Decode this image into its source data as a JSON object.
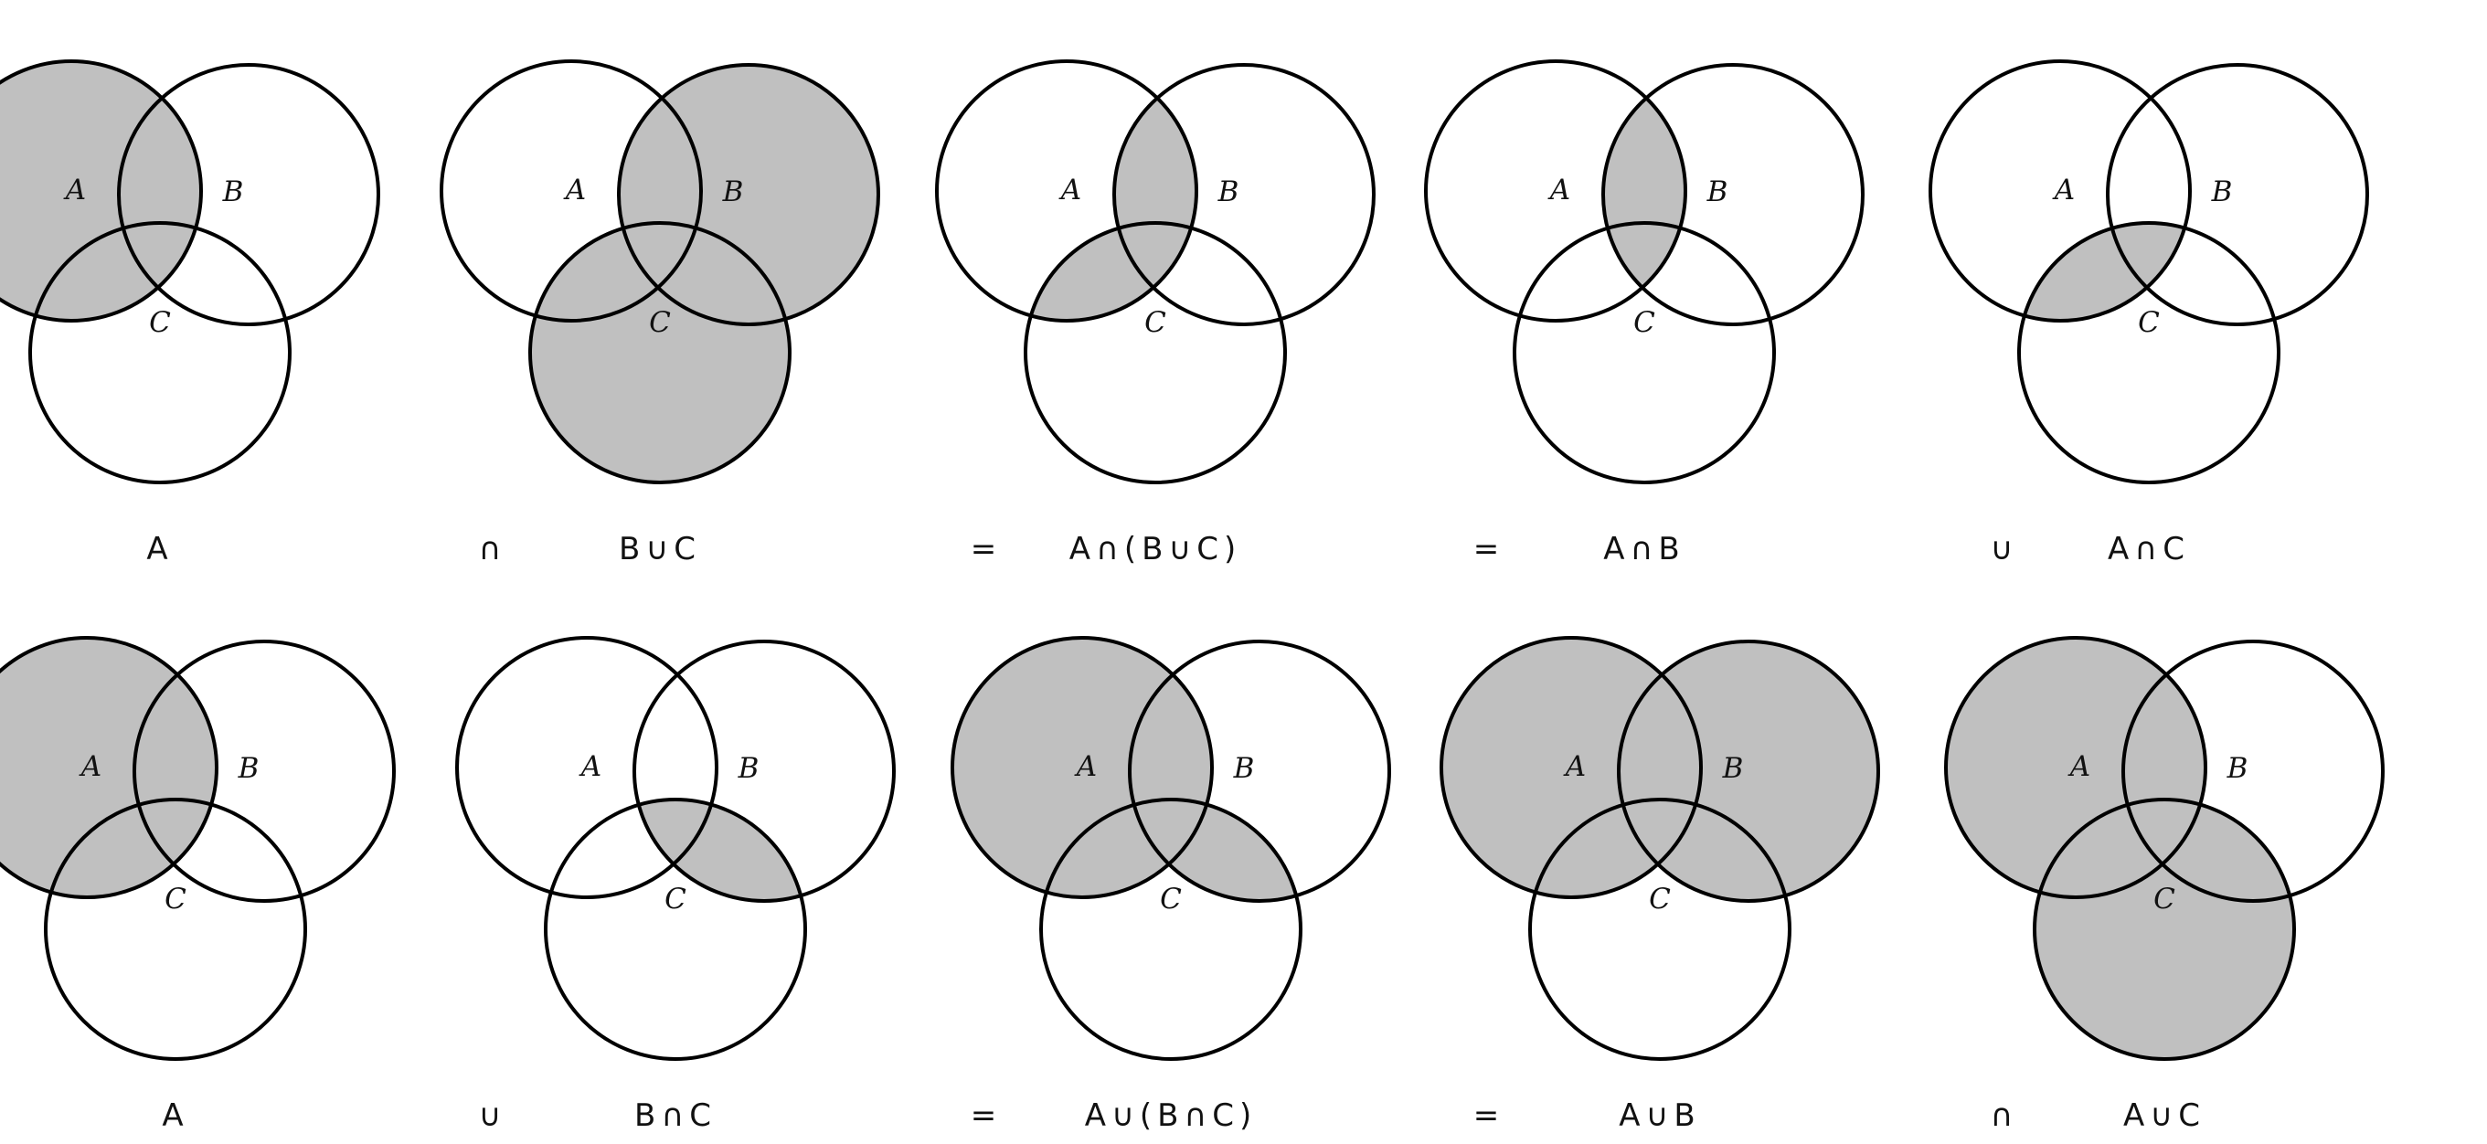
{
  "colors": {
    "shade": "#c0c0c0",
    "stroke": "#000000",
    "text": "#111111"
  },
  "set_labels": [
    "A",
    "B",
    "C"
  ],
  "rows": [
    {
      "name": "distributive-intersection",
      "diagrams": [
        {
          "caption": "A",
          "shade": [
            "A"
          ]
        },
        {
          "caption": "B∪C",
          "shade": [
            "B",
            "C"
          ]
        },
        {
          "caption": "A∩(B∪C)",
          "shade": [
            "AB",
            "AC"
          ]
        },
        {
          "caption": "A∩B",
          "shade": [
            "AB"
          ]
        },
        {
          "caption": "A∩C",
          "shade": [
            "AC"
          ]
        }
      ],
      "operators": [
        "∩",
        "=",
        "=",
        "∪"
      ]
    },
    {
      "name": "distributive-union",
      "diagrams": [
        {
          "caption": "A",
          "shade": [
            "A"
          ]
        },
        {
          "caption": "B∩C",
          "shade": [
            "BC"
          ]
        },
        {
          "caption": "A∪(B∩C)",
          "shade": [
            "A",
            "BC"
          ]
        },
        {
          "caption": "A∪B",
          "shade": [
            "A",
            "B"
          ]
        },
        {
          "caption": "A∪C",
          "shade": [
            "A",
            "C"
          ]
        }
      ],
      "operators": [
        "∪",
        "=",
        "=",
        "∩"
      ]
    }
  ]
}
